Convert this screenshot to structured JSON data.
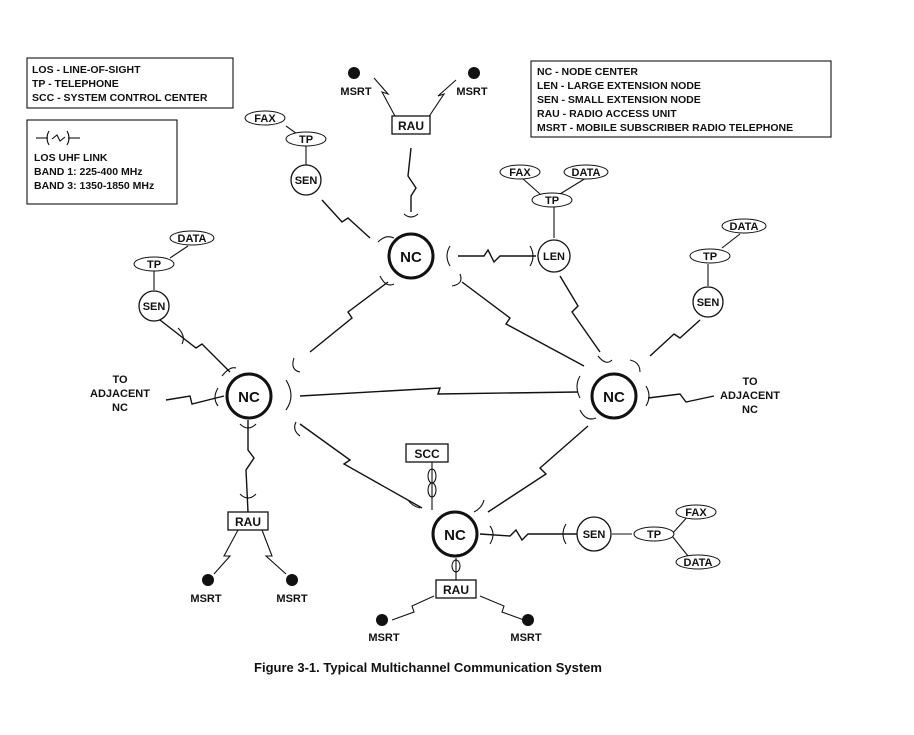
{
  "legend_left": {
    "lines": [
      "LOS - LINE-OF-SIGHT",
      "TP - TELEPHONE",
      "SCC - SYSTEM CONTROL CENTER"
    ]
  },
  "legend_link": {
    "symbol": "-(~)-",
    "title": "LOS UHF LINK",
    "band1": "BAND 1:  225-400 MHz",
    "band3": "BAND 3: 1350-1850 MHz"
  },
  "legend_right": {
    "lines": [
      "NC - NODE CENTER",
      "LEN - LARGE EXTENSION NODE",
      "SEN - SMALL EXTENSION NODE",
      "RAU - RADIO ACCESS UNIT",
      "MSRT - MOBILE SUBSCRIBER RADIO TELEPHONE"
    ]
  },
  "labels": {
    "nc": "NC",
    "sen": "SEN",
    "len": "LEN",
    "tp": "TP",
    "fax": "FAX",
    "data": "DATA",
    "rau": "RAU",
    "scc": "SCC",
    "msrt": "MSRT",
    "to_adjacent_left": [
      "TO",
      "ADJACENT",
      "NC"
    ],
    "to_adjacent_right": [
      "TO",
      "ADJACENT",
      "NC"
    ]
  },
  "caption": "Figure 3-1.  Typical Multichannel Communication System"
}
